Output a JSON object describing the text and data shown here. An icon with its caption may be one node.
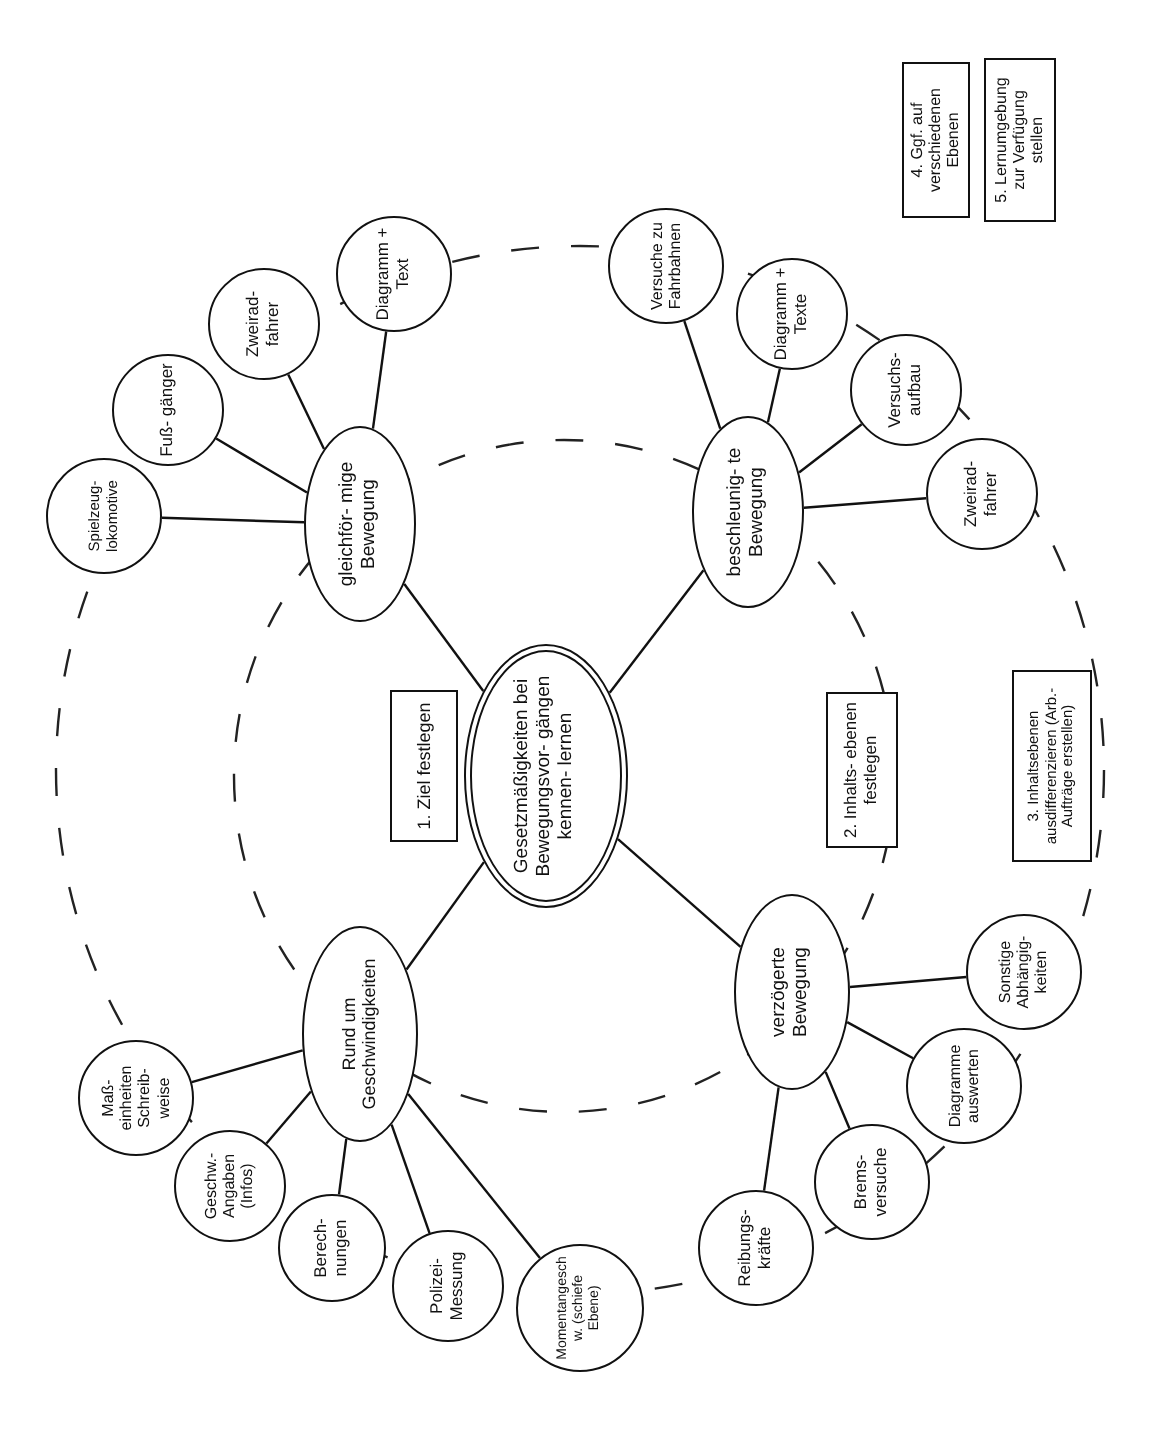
{
  "diagram": {
    "nodes": [
      {
        "text": [
          "Gesetzmäßigkeiten bei Bewegungsvor- gängen kennen- lernen"
        ]
      },
      {
        "text": [
          "gleichför- mige Bewegung"
        ]
      },
      {
        "text": [
          "Spielzeug- lokomotive"
        ]
      },
      {
        "text": [
          "Fuß- gänger"
        ]
      },
      {
        "text": [
          "Zweirad- fahrer"
        ]
      },
      {
        "text": [
          "Diagramm + Text"
        ]
      },
      {
        "text": [
          "beschleunig- te Bewegung"
        ]
      },
      {
        "text": [
          "Versuche zu Fahrbahnen"
        ]
      },
      {
        "text": [
          "Diagramm + Texte"
        ]
      },
      {
        "text": [
          "Versuchs- aufbau"
        ]
      },
      {
        "text": [
          "Zweirad- fahrer"
        ]
      },
      {
        "text": [
          "verzögerte Bewegung"
        ]
      },
      {
        "text": [
          "Sonstige Abhängig- keiten"
        ]
      },
      {
        "text": [
          "Diagramme auswerten"
        ]
      },
      {
        "text": [
          "Brems- versuche"
        ]
      },
      {
        "text": [
          "Reibungs- kräfte"
        ]
      },
      {
        "text": [
          "Rund um Geschwindigkeiten"
        ]
      },
      {
        "text": [
          "Maß- einheiten Schreib- weise"
        ]
      },
      {
        "text": [
          "Geschw.- Angaben (Infos)"
        ]
      },
      {
        "text": [
          "Berech- nungen"
        ]
      },
      {
        "text": [
          "Polizei- Messung"
        ]
      },
      {
        "text": [
          "Momentangeschw. (schiefe Ebene)"
        ]
      },
      {
        "text": [
          "1. Ziel festlegen"
        ]
      },
      {
        "text": [
          "2. Inhalts- ebenen festlegen"
        ]
      },
      {
        "text": [
          "3. Inhaltsebenen ausdifferenzieren (Arb.-Aufträge erstellen)"
        ]
      },
      {
        "text": [
          "4. Ggf. auf verschiedenen Ebenen"
        ]
      },
      {
        "text": [
          "5. Lernumgebung zur Verfügung stellen"
        ]
      }
    ],
    "edges": [
      {
        "from": 0,
        "to": 1,
        "arrow": "none"
      },
      {
        "from": 0,
        "to": 6,
        "arrow": "none"
      },
      {
        "from": 0,
        "to": 11,
        "arrow": "none"
      },
      {
        "from": 0,
        "to": 16,
        "arrow": "none"
      },
      {
        "from": 1,
        "to": 2,
        "arrow": "none"
      },
      {
        "from": 1,
        "to": 3,
        "arrow": "none"
      },
      {
        "from": 1,
        "to": 4,
        "arrow": "none"
      },
      {
        "from": 1,
        "to": 5,
        "arrow": "none"
      },
      {
        "from": 6,
        "to": 7,
        "arrow": "none"
      },
      {
        "from": 6,
        "to": 8,
        "arrow": "none"
      },
      {
        "from": 6,
        "to": 9,
        "arrow": "none"
      },
      {
        "from": 6,
        "to": 10,
        "arrow": "none"
      },
      {
        "from": 11,
        "to": 12,
        "arrow": "none"
      },
      {
        "from": 11,
        "to": 13,
        "arrow": "none"
      },
      {
        "from": 11,
        "to": 14,
        "arrow": "none"
      },
      {
        "from": 11,
        "to": 15,
        "arrow": "none"
      },
      {
        "from": 16,
        "to": 17,
        "arrow": "none"
      },
      {
        "from": 16,
        "to": 18,
        "arrow": "none"
      },
      {
        "from": 16,
        "to": 19,
        "arrow": "none"
      },
      {
        "from": 16,
        "to": 20,
        "arrow": "none"
      },
      {
        "from": 16,
        "to": 21,
        "arrow": "none"
      }
    ]
  }
}
